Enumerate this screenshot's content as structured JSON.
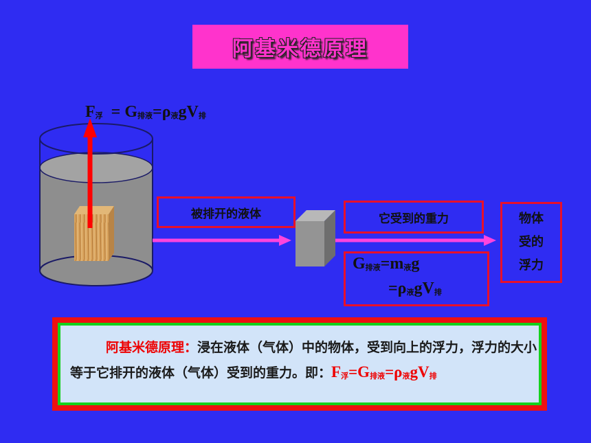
{
  "title": "阿基米德原理",
  "formula_top": {
    "f": "F",
    "f_sub": "浮",
    "eq1": "= G",
    "g_sub": "排液",
    "eq2": "=ρ",
    "rho_sub": "液",
    "gv": "gV",
    "v_sub": "排"
  },
  "labels": {
    "displaced_liquid": "被排开的液体",
    "its_weight": "它受到的重力",
    "buoyancy_line1": "物体",
    "buoyancy_line2": "受的",
    "buoyancy_line3": "浮力"
  },
  "weight_formula": {
    "line1_g": "G",
    "line1_g_sub": "排液",
    "line1_eq": "=m",
    "line1_m_sub": "液",
    "line1_end": "g",
    "line2_eq": "=ρ",
    "line2_rho_sub": "液",
    "line2_gv": "gV",
    "line2_v_sub": "排"
  },
  "definition": {
    "term": "阿基米德原理",
    "colon": "：",
    "body": "浸在液体（气体）中的物体，受到向上的浮力，浮力的大小等于它排开的液体（气体）受到的重力。即：",
    "f": "F",
    "f_sub": "浮",
    "eq1": "=G",
    "g_sub": "排液",
    "eq2": "=ρ",
    "rho_sub": "液",
    "gv": "gV",
    "v_sub": "排"
  },
  "colors": {
    "background": "#2f2cf2",
    "title_bg": "#ff33cc",
    "box_border": "#e8102a",
    "arrow": "#ff44dd",
    "force_arrow": "#ff0000",
    "def_bg": "#d2e4f9",
    "def_border_inner": "#14d21c"
  }
}
